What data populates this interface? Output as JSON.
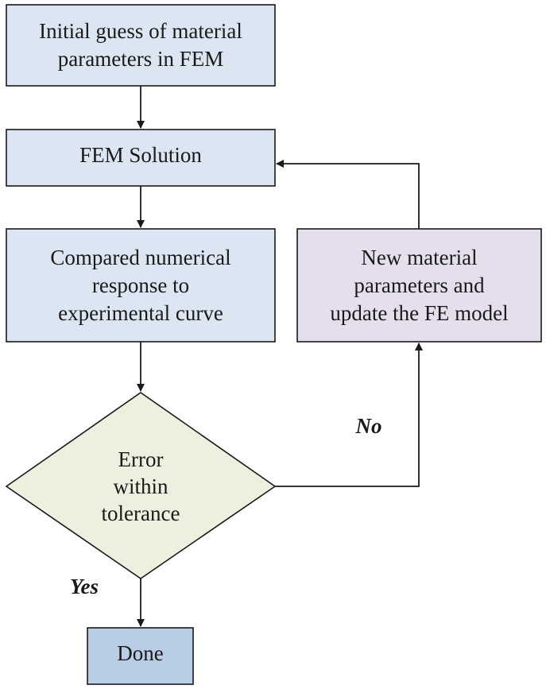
{
  "nodes": {
    "initial_guess": {
      "text": "Initial guess of material\nparameters in FEM"
    },
    "fem_solution": {
      "text": "FEM Solution"
    },
    "compare": {
      "text": "Compared numerical\nresponse to\nexperimental curve"
    },
    "new_params": {
      "text": "New material\nparameters and\nupdate the FE model"
    },
    "decision": {
      "text": "Error\nwithin\ntolerance"
    },
    "done": {
      "text": "Done"
    }
  },
  "edge_labels": {
    "no": "No",
    "yes": "Yes"
  },
  "colors": {
    "process_fill": "#dce6f2",
    "update_fill": "#e5dfed",
    "decision_fill": "#ebf1de",
    "done_fill": "#b9cde5",
    "stroke": "#1a1a1a"
  }
}
